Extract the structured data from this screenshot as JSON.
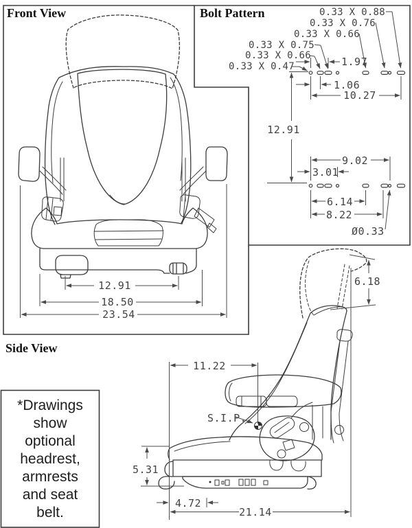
{
  "colors": {
    "background": "#ffffff",
    "line": "#3b3b3b",
    "dimension": "#4b4b4b",
    "title": "#111111"
  },
  "front_view": {
    "title": "Front View",
    "dims": {
      "mount_width": "12.91",
      "base_width": "18.50",
      "overall_width": "23.54"
    }
  },
  "bolt_pattern": {
    "title": "Bolt Pattern",
    "slot_labels": [
      "0.33 X 0.88",
      "0.33 X 0.76",
      "0.33 X 0.66",
      "0.33 X 0.75",
      "0.33 X 0.66",
      "0.33 X 0.47"
    ],
    "dims": {
      "front_offset_a": "1.97",
      "front_offset_b": "1.06",
      "front_row_width": "10.27",
      "row_spacing": "12.91",
      "rear_row_width": "9.02",
      "rear_offset": "3.01",
      "rear_span_a": "6.14",
      "rear_span_b": "8.22",
      "hole_diameter": "Ø0.33"
    }
  },
  "side_view": {
    "title": "Side View",
    "sip_label": "S.I.P.",
    "dims": {
      "sip_depth": "11.22",
      "headrest_height": "6.18",
      "cushion_height": "5.31",
      "front_offset": "4.72",
      "overall_depth": "21.14"
    }
  },
  "note": {
    "lines": [
      "*Drawings",
      "show",
      "optional",
      "headrest,",
      "armrests",
      "and seat",
      "belt."
    ]
  }
}
